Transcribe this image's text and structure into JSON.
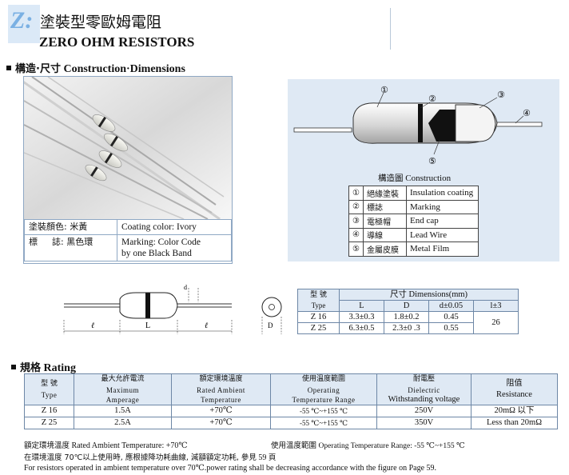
{
  "header": {
    "letter": "Z:",
    "title_cn": "塗裝型零歐姆電阻",
    "title_en": "ZERO OHM RESISTORS"
  },
  "section1": {
    "title_cn": "構造·尺寸",
    "title_en": "Construction·Dimensions"
  },
  "photo_table": {
    "color_cn": "塗裝顏色: 米黃",
    "color_en": "Coating color: Ivory",
    "marking_cn_a": "標",
    "marking_cn_b": "誌: 黑色環",
    "marking_en_1": "Marking: Color Code",
    "marking_en_2": "by one Black Band"
  },
  "construction": {
    "title_cn": "構造圖",
    "title_en": "Construction",
    "callouts": [
      "①",
      "②",
      "③",
      "④",
      "⑤"
    ],
    "rows": [
      {
        "num": "①",
        "cn": "絕緣塗裝",
        "en": "Insulation coating"
      },
      {
        "num": "②",
        "cn": "標誌",
        "en": "Marking"
      },
      {
        "num": "③",
        "cn": "電極帽",
        "en": "End cap"
      },
      {
        "num": "④",
        "cn": "導線",
        "en": "Lead Wire"
      },
      {
        "num": "⑤",
        "cn": "金屬皮膜",
        "en": "Metal Film"
      }
    ]
  },
  "dim_drawing": {
    "label_l": "ℓ",
    "label_L": "L",
    "label_l2": "ℓ",
    "label_D": "D",
    "label_d": "d"
  },
  "dim_table": {
    "type_cn": "型 號",
    "type_en": "Type",
    "dims_head": "尺寸 Dimensions(mm)",
    "col_L": "L",
    "col_D": "D",
    "col_d": "d±0.05",
    "col_l": "l±3",
    "rows": [
      {
        "type": "Z 16",
        "L": "3.3±0.3",
        "D": "1.8±0.2",
        "d": "0.45"
      },
      {
        "type": "Z 25",
        "L": "6.3±0.5",
        "D": "2.3±0 .3",
        "d": "0.55"
      }
    ],
    "l_value": "26"
  },
  "section2": {
    "title_cn": "規格",
    "title_en": "Rating"
  },
  "rating_table": {
    "headers": [
      {
        "cn": "型 號",
        "en": "Type"
      },
      {
        "cn": "最大允許電流",
        "en1": "Maximum",
        "en2": "Amperage"
      },
      {
        "cn": "額定環境溫度",
        "en1": "Rated Ambient",
        "en2": "Temperature"
      },
      {
        "cn": "使用溫度範圍",
        "en1": "Operating",
        "en2": "Temperature Range"
      },
      {
        "cn": "耐電壓",
        "en1": "Dielectric",
        "en2": "Withstanding voltage"
      },
      {
        "cn": "阻值",
        "en": "Resistance"
      }
    ],
    "rows": [
      {
        "type": "Z 16",
        "amp": "1.5A",
        "temp": "+70℃",
        "range": "-55 ℃~+155 ℃",
        "volt": "250V",
        "res": "20mΩ 以下"
      },
      {
        "type": "Z 25",
        "amp": "2.5A",
        "temp": "+70℃",
        "range": "-55 ℃~+155 ℃",
        "volt": "350V",
        "res": "Less than 20mΩ"
      }
    ]
  },
  "notes": {
    "line1_cn": "額定環境溫度",
    "line1_en": "Rated Ambient Temperature: +70℃",
    "line1r_cn": "使用溫度範圍",
    "line1r_en": "Operating Temperature Range: -55 ℃~+155 ℃",
    "line2_cn": "在環境溫度 70℃以上使用時, 應根據降功耗曲線, 減額額定功耗, 參見",
    "line2_page": "59",
    "line2_end": "頁",
    "line3": "For resistors operated in ambient temperature over 70℃.power rating shall be decreasing accordance with the figure on Page 59."
  }
}
